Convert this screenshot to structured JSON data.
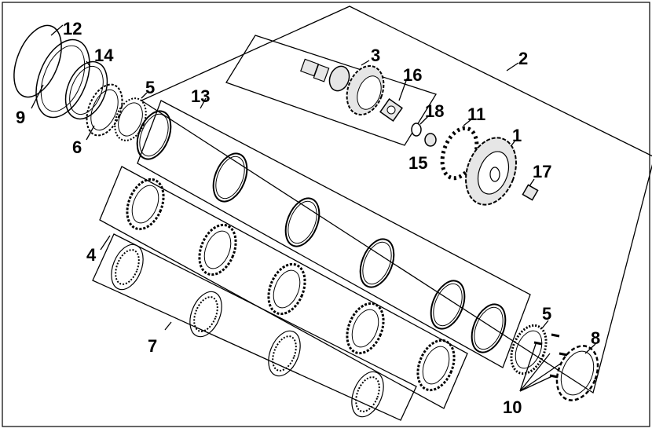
{
  "diagram": {
    "callouts": {
      "c1": "1",
      "c2": "2",
      "c3": "3",
      "c4": "4",
      "c5a": "5",
      "c5b": "5",
      "c6": "6",
      "c7": "7",
      "c8": "8",
      "c9": "9",
      "c10": "10",
      "c11": "11",
      "c12": "12",
      "c13": "13",
      "c14": "14",
      "c15": "15",
      "c16": "16",
      "c17": "17",
      "c18": "18"
    },
    "colors": {
      "line": "#000000",
      "part_fill": "#e6e6e6",
      "background": "#ffffff"
    }
  }
}
